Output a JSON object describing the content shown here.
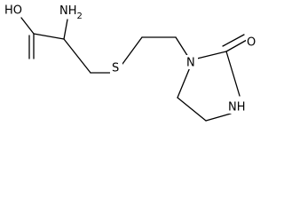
{
  "molecule": {
    "atoms": {
      "hydroxyl": "HO",
      "amino": "NH2",
      "thioether": "S",
      "ring_nitrogen": "N",
      "carbonyl_oxygen": "O",
      "ring_nh": "NH"
    },
    "colors": {
      "bond": "#000000",
      "text": "#000000",
      "background": "#ffffff"
    }
  }
}
